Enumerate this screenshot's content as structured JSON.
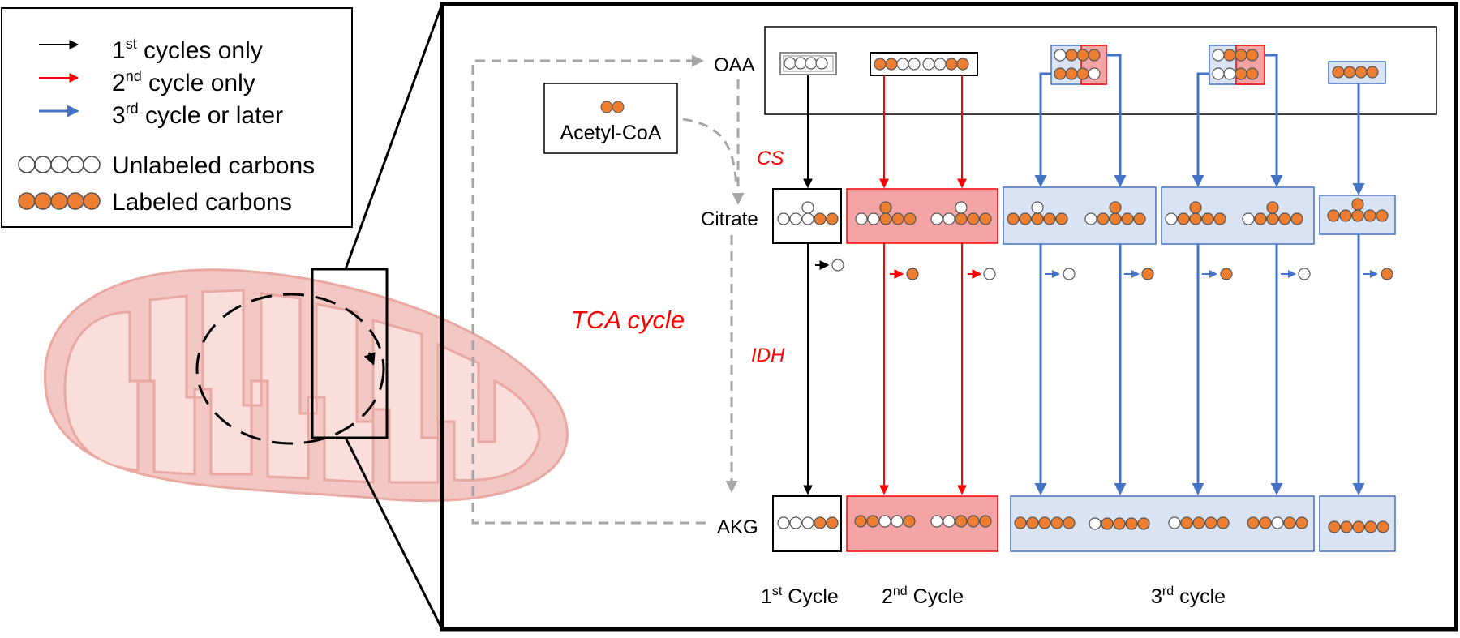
{
  "legend": {
    "first_line_main": "1",
    "first_line_sup": "st",
    "first_line_rest": " cycles only",
    "second_line_main": "2",
    "second_line_sup": "nd",
    "second_line_rest": " cycle only",
    "third_line_main": "3",
    "third_line_sup": "rd",
    "third_line_rest": " cycle or later",
    "unlabeled": "Unlabeled carbons",
    "labeled": "Labeled carbons"
  },
  "labels": {
    "oaa": "OAA",
    "acetyl_coa": "Acetyl-CoA",
    "cs": "CS",
    "citrate": "Citrate",
    "idh": "IDH",
    "tca_cycle": "TCA cycle",
    "akg": "AKG"
  },
  "cycle_labels": {
    "first_main": "1",
    "first_sup": "st",
    "first_rest": " Cycle",
    "second_main": "2",
    "second_sup": "nd",
    "second_rest": " Cycle",
    "third_main": "3",
    "third_sup": "rd",
    "third_rest": " cycle"
  },
  "colors": {
    "first_cycle": "#000000",
    "second_cycle": "#ff0000",
    "third_cycle": "#4472c4",
    "labeled_carbon": "#ed7d31",
    "unlabeled_carbon": "#ffffff",
    "second_box_fill": "#f4a4a4",
    "third_box_fill": "#dae3f3",
    "enzyme_label": "#ff0000",
    "mitochondrion": "#f3c7c3"
  }
}
